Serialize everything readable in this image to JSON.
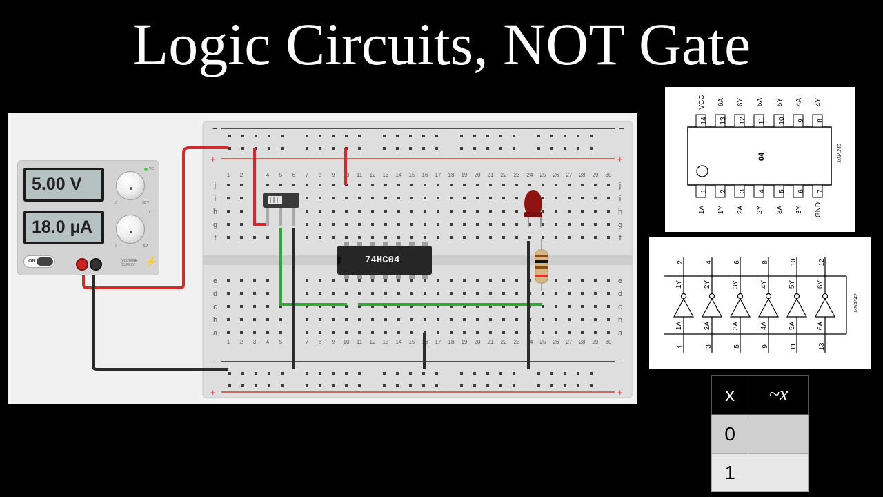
{
  "title": "Logic Circuits, NOT Gate",
  "power_supply": {
    "voltage_display": "5.00 V",
    "current_display": "18.0 µA",
    "power_label": "ON",
    "vc_label": "VC",
    "cc_label": "CC",
    "v_min": "0",
    "v_max": "30 V",
    "i_min": "0",
    "i_max": "5 A",
    "brand": "VOLTAGE SUPPLY"
  },
  "breadboard": {
    "columns": 30,
    "rows_top": [
      "j",
      "i",
      "h",
      "g",
      "f"
    ],
    "rows_bottom": [
      "e",
      "d",
      "c",
      "b",
      "a"
    ],
    "rail_minus": "−",
    "rail_plus": "+"
  },
  "chip_label": "74HC04",
  "pinout_top": {
    "top_pins": [
      {
        "num": "14",
        "name": "VCC"
      },
      {
        "num": "13",
        "name": "6A"
      },
      {
        "num": "12",
        "name": "6Y"
      },
      {
        "num": "11",
        "name": "5A"
      },
      {
        "num": "10",
        "name": "5Y"
      },
      {
        "num": "9",
        "name": "4A"
      },
      {
        "num": "8",
        "name": "4Y"
      }
    ],
    "bottom_pins": [
      {
        "num": "1",
        "name": "1A"
      },
      {
        "num": "2",
        "name": "1Y"
      },
      {
        "num": "3",
        "name": "2A"
      },
      {
        "num": "4",
        "name": "2Y"
      },
      {
        "num": "5",
        "name": "3A"
      },
      {
        "num": "6",
        "name": "3Y"
      },
      {
        "num": "7",
        "name": "GND"
      }
    ],
    "chip_code": "04",
    "side_label": "MNA340"
  },
  "gates_diagram": {
    "side_label": "MNA342",
    "gates": [
      {
        "in_pin": "1",
        "out_pin": "2",
        "in_name": "1A",
        "out_name": "1Y"
      },
      {
        "in_pin": "3",
        "out_pin": "4",
        "in_name": "2A",
        "out_name": "2Y"
      },
      {
        "in_pin": "5",
        "out_pin": "6",
        "in_name": "3A",
        "out_name": "3Y"
      },
      {
        "in_pin": "9",
        "out_pin": "8",
        "in_name": "4A",
        "out_name": "4Y"
      },
      {
        "in_pin": "11",
        "out_pin": "10",
        "in_name": "5A",
        "out_name": "5Y"
      },
      {
        "in_pin": "13",
        "out_pin": "12",
        "in_name": "6A",
        "out_name": "6Y"
      }
    ]
  },
  "truth_table": {
    "headers": [
      "x",
      "~x"
    ],
    "rows": [
      [
        "0",
        ""
      ],
      [
        "1",
        ""
      ]
    ]
  },
  "colors": {
    "wire_red": "#d42a2a",
    "wire_black": "#2b2b2b",
    "wire_green": "#3aa23a",
    "rail_red": "#d63a3a"
  }
}
